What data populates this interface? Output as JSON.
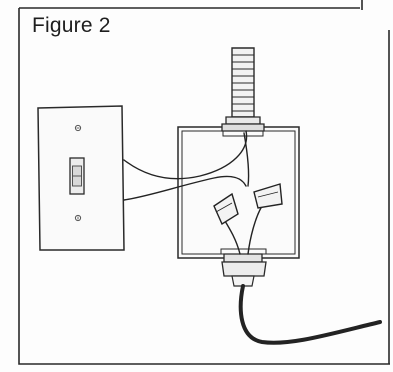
{
  "figure": {
    "caption": "Figure 2",
    "ink_color": "#232323",
    "paper_color": "#fdfdfd",
    "frame_color": "#2a2a2a"
  },
  "parts": {
    "switch_plate": "light-switch",
    "box": "junction-box",
    "top_cable": "conduit-cable",
    "bottom_cable": "cable-with-clamp",
    "wire_nuts": "wire-connectors"
  }
}
